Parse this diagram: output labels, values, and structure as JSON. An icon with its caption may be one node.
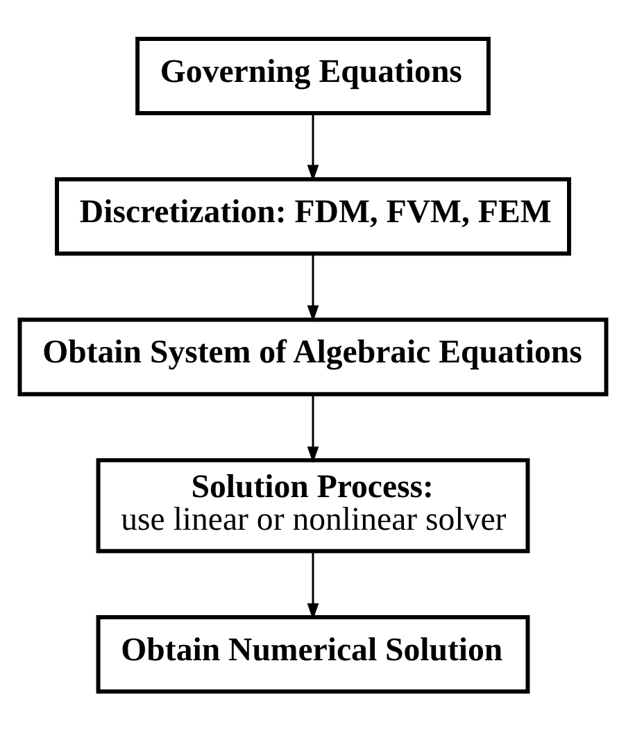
{
  "diagram": {
    "nodes": [
      {
        "text": [
          "Governing Equations"
        ]
      },
      {
        "text": [
          "Discretization: FDM, FVM, FEM"
        ]
      },
      {
        "text": [
          "Obtain System of Algebraic Equations"
        ]
      },
      {
        "text": [
          "Solution Process:",
          "use linear or nonlinear solver"
        ]
      },
      {
        "text": [
          "Obtain Numerical Solution"
        ]
      }
    ],
    "edges": [
      {
        "from": 0,
        "to": 1,
        "arrow": "to"
      },
      {
        "from": 1,
        "to": 2,
        "arrow": "to"
      },
      {
        "from": 2,
        "to": 3,
        "arrow": "to"
      },
      {
        "from": 3,
        "to": 4,
        "arrow": "to"
      }
    ]
  }
}
